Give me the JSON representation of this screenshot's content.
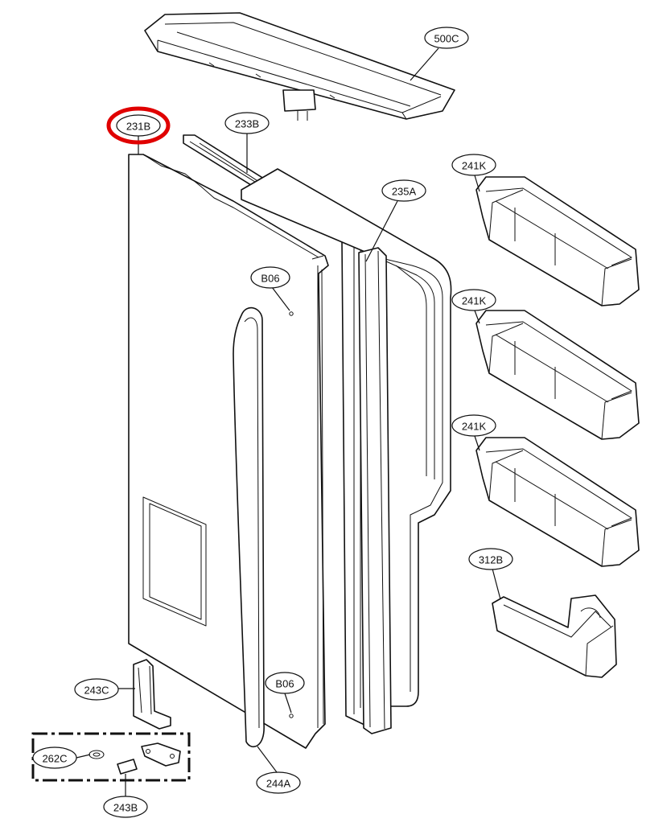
{
  "callouts": {
    "c500C": "500C",
    "c231B": "231B",
    "c233B": "233B",
    "c235A": "235A",
    "c241K_1": "241K",
    "c241K_2": "241K",
    "c241K_3": "241K",
    "cB06_1": "B06",
    "cB06_2": "B06",
    "c312B": "312B",
    "c243C": "243C",
    "c262C": "262C",
    "c243B": "243B",
    "c244A": "244A"
  },
  "highlight": {
    "target": "231B",
    "color": "#e00000"
  }
}
